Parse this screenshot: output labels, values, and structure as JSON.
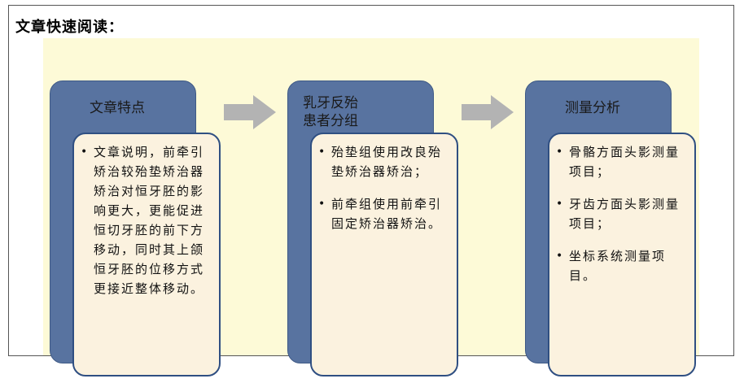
{
  "title": "文章快速阅读：",
  "columns": [
    {
      "heading": "文章特点",
      "bullets": [
        "文章说明，前牵引矫治较殆垫矫治器矫治对恒牙胚的影响更大，更能促进恒切牙胚的前下方移动，同时其上颌恒牙胚的位移方式更接近整体移动。"
      ]
    },
    {
      "heading": "乳牙反殆\n患者分组",
      "bullets": [
        "殆垫组使用改良殆垫矫治器矫治；",
        "前牵组使用前牵引固定矫治器矫治。"
      ]
    },
    {
      "heading": "测量分析",
      "bullets": [
        "骨骼方面头影测量项目；",
        "牙齿方面头影测量项目；",
        "坐标系统测量项目。"
      ]
    }
  ],
  "colors": {
    "panel_bg": "#fdfad7",
    "card_blue": "#5873a0",
    "card_border": "#2f4f82",
    "inner_card": "#fbf2df",
    "arrow": "#b3b3b3"
  },
  "icons": [
    "arrow-right-icon",
    "arrow-right-icon"
  ]
}
